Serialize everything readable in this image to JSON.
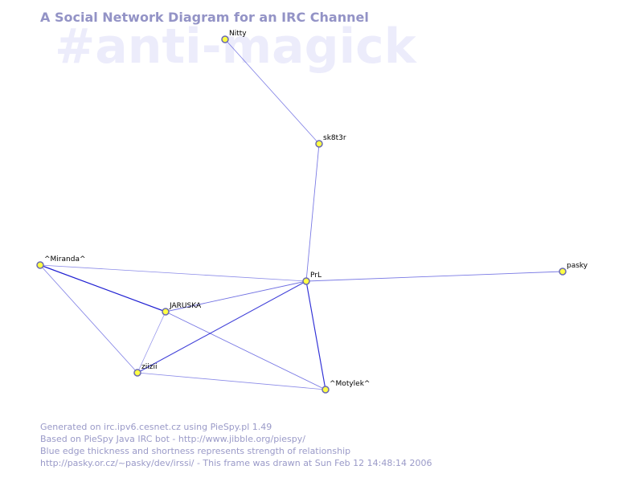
{
  "diagram": {
    "title": "A Social Network Diagram for an IRC Channel",
    "channel": "#anti-magick",
    "colors": {
      "background": "#ffffff",
      "title": "#9393c6",
      "watermark": "#ececfb",
      "edge": "#0000cc",
      "node_fill": "#ffff44",
      "node_stroke": "#6a6ab0",
      "footer": "#9a9ac8"
    },
    "nodes": [
      {
        "id": "Nitty",
        "label": "Nitty"
      },
      {
        "id": "sk8t3r",
        "label": "sk8t3r"
      },
      {
        "id": "Miranda",
        "label": "^Miranda^"
      },
      {
        "id": "PrL",
        "label": "PrL"
      },
      {
        "id": "pasky",
        "label": "pasky"
      },
      {
        "id": "JARUSKA",
        "label": "JARUSKA"
      },
      {
        "id": "ziizii",
        "label": "ziizii"
      },
      {
        "id": "Motylek",
        "label": "^Motylek^"
      }
    ],
    "edges": [
      {
        "from": "Nitty",
        "to": "sk8t3r",
        "strength": 0.35
      },
      {
        "from": "sk8t3r",
        "to": "PrL",
        "strength": 0.4
      },
      {
        "from": "Miranda",
        "to": "PrL",
        "strength": 0.3
      },
      {
        "from": "PrL",
        "to": "pasky",
        "strength": 0.4
      },
      {
        "from": "Miranda",
        "to": "JARUSKA",
        "strength": 0.9
      },
      {
        "from": "Miranda",
        "to": "ziizii",
        "strength": 0.35
      },
      {
        "from": "JARUSKA",
        "to": "PrL",
        "strength": 0.45
      },
      {
        "from": "JARUSKA",
        "to": "ziizii",
        "strength": 0.25
      },
      {
        "from": "JARUSKA",
        "to": "Motylek",
        "strength": 0.4
      },
      {
        "from": "PrL",
        "to": "ziizii",
        "strength": 0.7
      },
      {
        "from": "PrL",
        "to": "Motylek",
        "strength": 0.8
      },
      {
        "from": "ziizii",
        "to": "Motylek",
        "strength": 0.3
      }
    ]
  },
  "footer": {
    "line1": "Generated on irc.ipv6.cesnet.cz using PieSpy.pl 1.49",
    "line2": "Based on PieSpy Java IRC bot - http://www.jibble.org/piespy/",
    "line3": "Blue edge thickness and shortness represents strength of relationship",
    "line4": "http://pasky.or.cz/~pasky/dev/irssi/ - This frame was drawn at Sun Feb 12 14:48:14 2006"
  }
}
